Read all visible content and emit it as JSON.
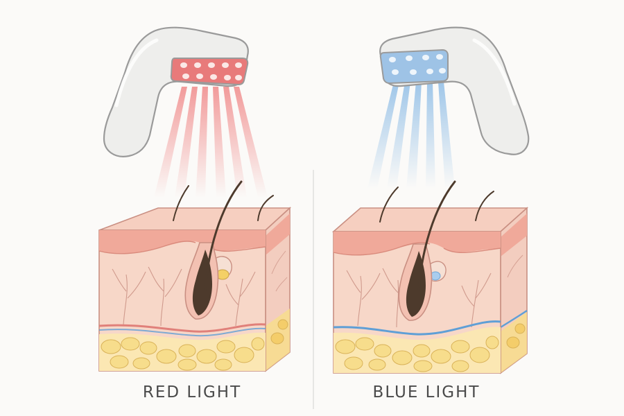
{
  "panels": [
    {
      "id": "red",
      "label": "RED LIGHT"
    },
    {
      "id": "blue",
      "label": "BLUE LIGHT"
    }
  ],
  "colors": {
    "background": "#fbfaf8",
    "device_body": "#eeeeec",
    "device_outline": "#9a9a9a",
    "red_pad": "#e87a7a",
    "red_beam": "#f08a8a",
    "blue_pad": "#9ec3e6",
    "blue_beam": "#8fbde6",
    "epidermis": "#f3b3a4",
    "dermis": "#f7d7c8",
    "fat": "#f7dd8c",
    "vessel_red": "#e0807a",
    "vessel_blue": "#5f9fd6",
    "hair": "#4d3a2c"
  }
}
